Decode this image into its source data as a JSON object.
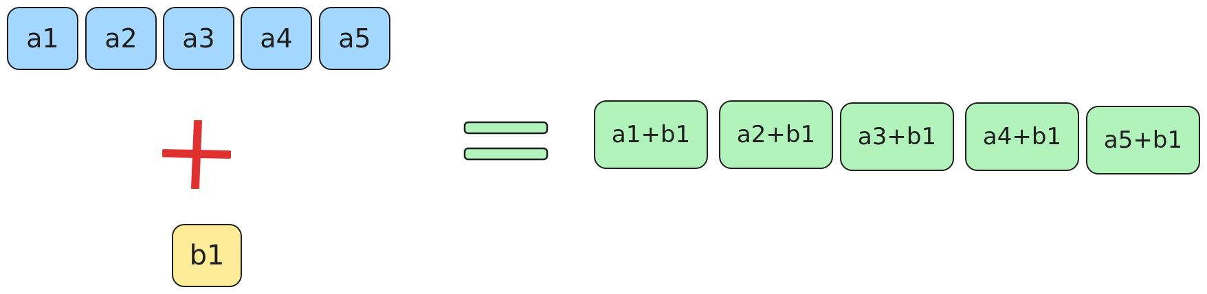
{
  "operands_a": [
    "a1",
    "a2",
    "a3",
    "a4",
    "a5"
  ],
  "operator": "+",
  "operand_b": "b1",
  "equals": "=",
  "results": [
    "a1+b1",
    "a2+b1",
    "a3+b1",
    "a4+b1",
    "a5+b1"
  ],
  "colors": {
    "a_fill": "#a5d8ff",
    "b_fill": "#ffec99",
    "result_fill": "#b2f2bb",
    "plus": "#e03131",
    "equals": "#b2f2bb",
    "stroke": "#1e1e1e"
  }
}
